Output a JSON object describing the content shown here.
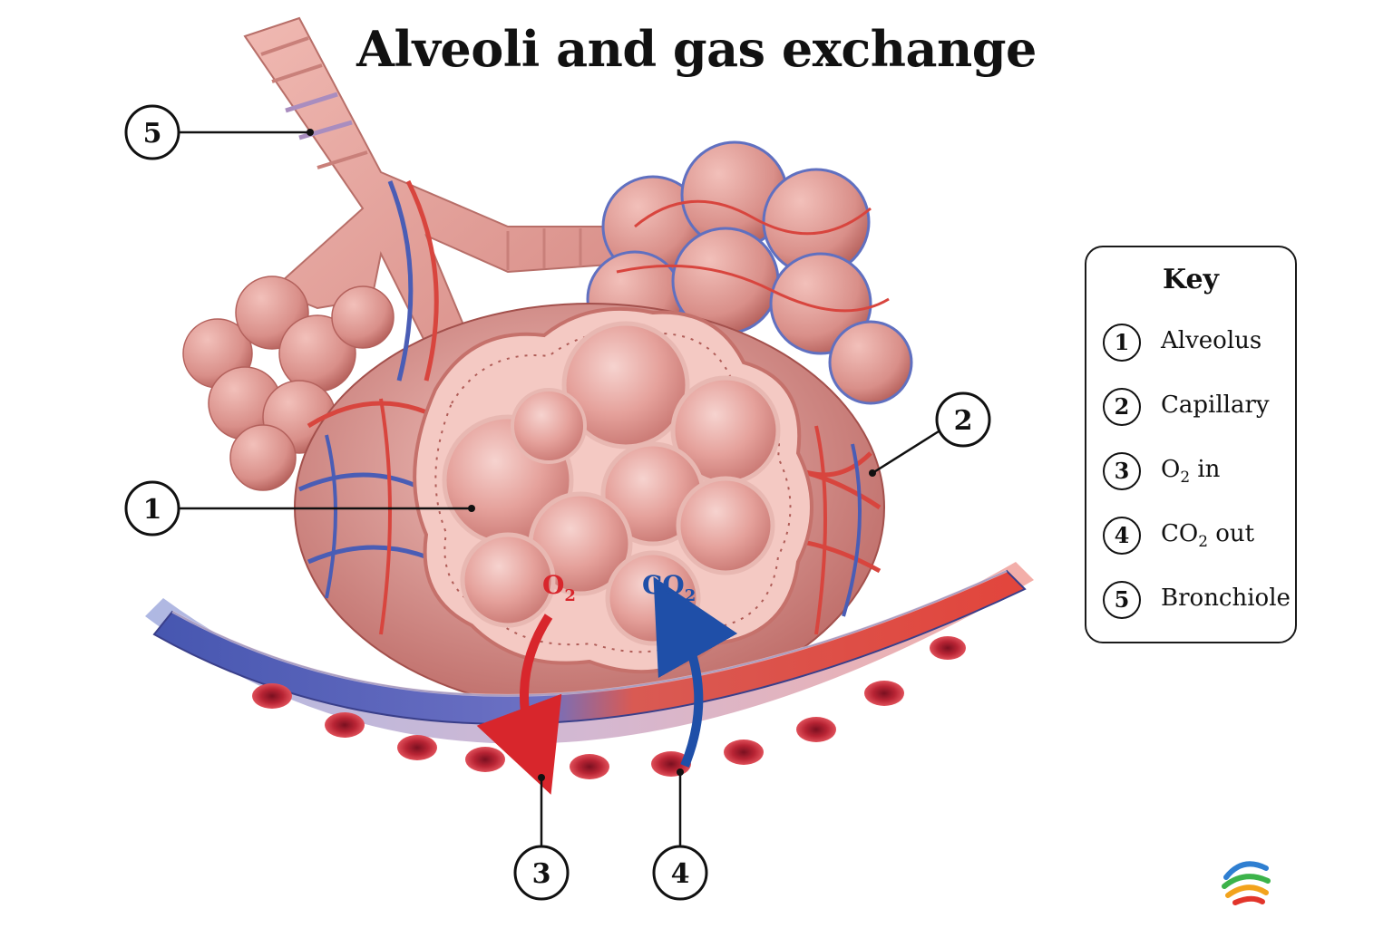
{
  "title": "Alveoli and gas exchange",
  "callouts": [
    {
      "number": "1",
      "target": "Alveolus"
    },
    {
      "number": "2",
      "target": "Capillary"
    },
    {
      "number": "3",
      "target": "O2 in"
    },
    {
      "number": "4",
      "target": "CO2 out"
    },
    {
      "number": "5",
      "target": "Bronchiole"
    }
  ],
  "gas_labels": {
    "o2": {
      "base": "O",
      "sub": "2"
    },
    "co2": {
      "base": "CO",
      "sub": "2"
    }
  },
  "key": {
    "title": "Key",
    "items": [
      {
        "number": "1",
        "label": "Alveolus"
      },
      {
        "number": "2",
        "label": "Capillary"
      },
      {
        "number": "3",
        "label_base": "O",
        "label_sub": "2",
        "label_rest": " in"
      },
      {
        "number": "4",
        "label_base": "CO",
        "label_sub": "2",
        "label_rest": " out"
      },
      {
        "number": "5",
        "label": "Bronchiole"
      }
    ]
  },
  "colors": {
    "oxygen_red": "#d8262c",
    "co2_blue": "#1f4fa8",
    "alveolus_pink": "#e8a7a2",
    "vein_blue": "#4a5db5",
    "artery_red": "#d9453e"
  },
  "logo": "colorful-swirl-logo"
}
